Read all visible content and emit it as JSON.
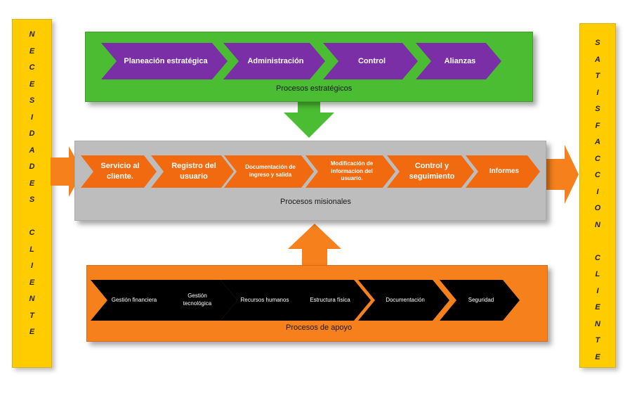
{
  "left_bar": {
    "letters": [
      "N",
      "E",
      "C",
      "E",
      "S",
      "I",
      "D",
      "A",
      "D",
      "E",
      "S",
      "",
      "C",
      "L",
      "I",
      "E",
      "N",
      "T",
      "E"
    ]
  },
  "right_bar": {
    "letters": [
      "S",
      "A",
      "T",
      "I",
      "S",
      "F",
      "A",
      "C",
      "C",
      "I",
      "O",
      "N",
      "",
      "C",
      "L",
      "I",
      "E",
      "N",
      "T",
      "E"
    ]
  },
  "strategic": {
    "label": "Procesos estratégicos",
    "items": [
      "Planeación estratégica",
      "Administración",
      "Control",
      "Alianzas"
    ],
    "color": "#7b2fa6",
    "band_color": "#4bbd33"
  },
  "mission": {
    "label": "Procesos misionales",
    "items": [
      "Servicio al cliente.",
      "Registro del usuario",
      "Documentación de ingreso y salida",
      "Modificación de informacion del usuario.",
      "Control y seguimiento",
      "Informes"
    ],
    "color": "#f26a10",
    "band_color": "#bdbdbd"
  },
  "support": {
    "label": "Procesos de apoyo",
    "items": [
      "Gestión financiera",
      "Gestión tecnológica",
      "Recursos humanos",
      "Estructura física",
      "Documentación",
      "Seguridad"
    ],
    "color": "#000000",
    "band_color": "#f5801c"
  }
}
